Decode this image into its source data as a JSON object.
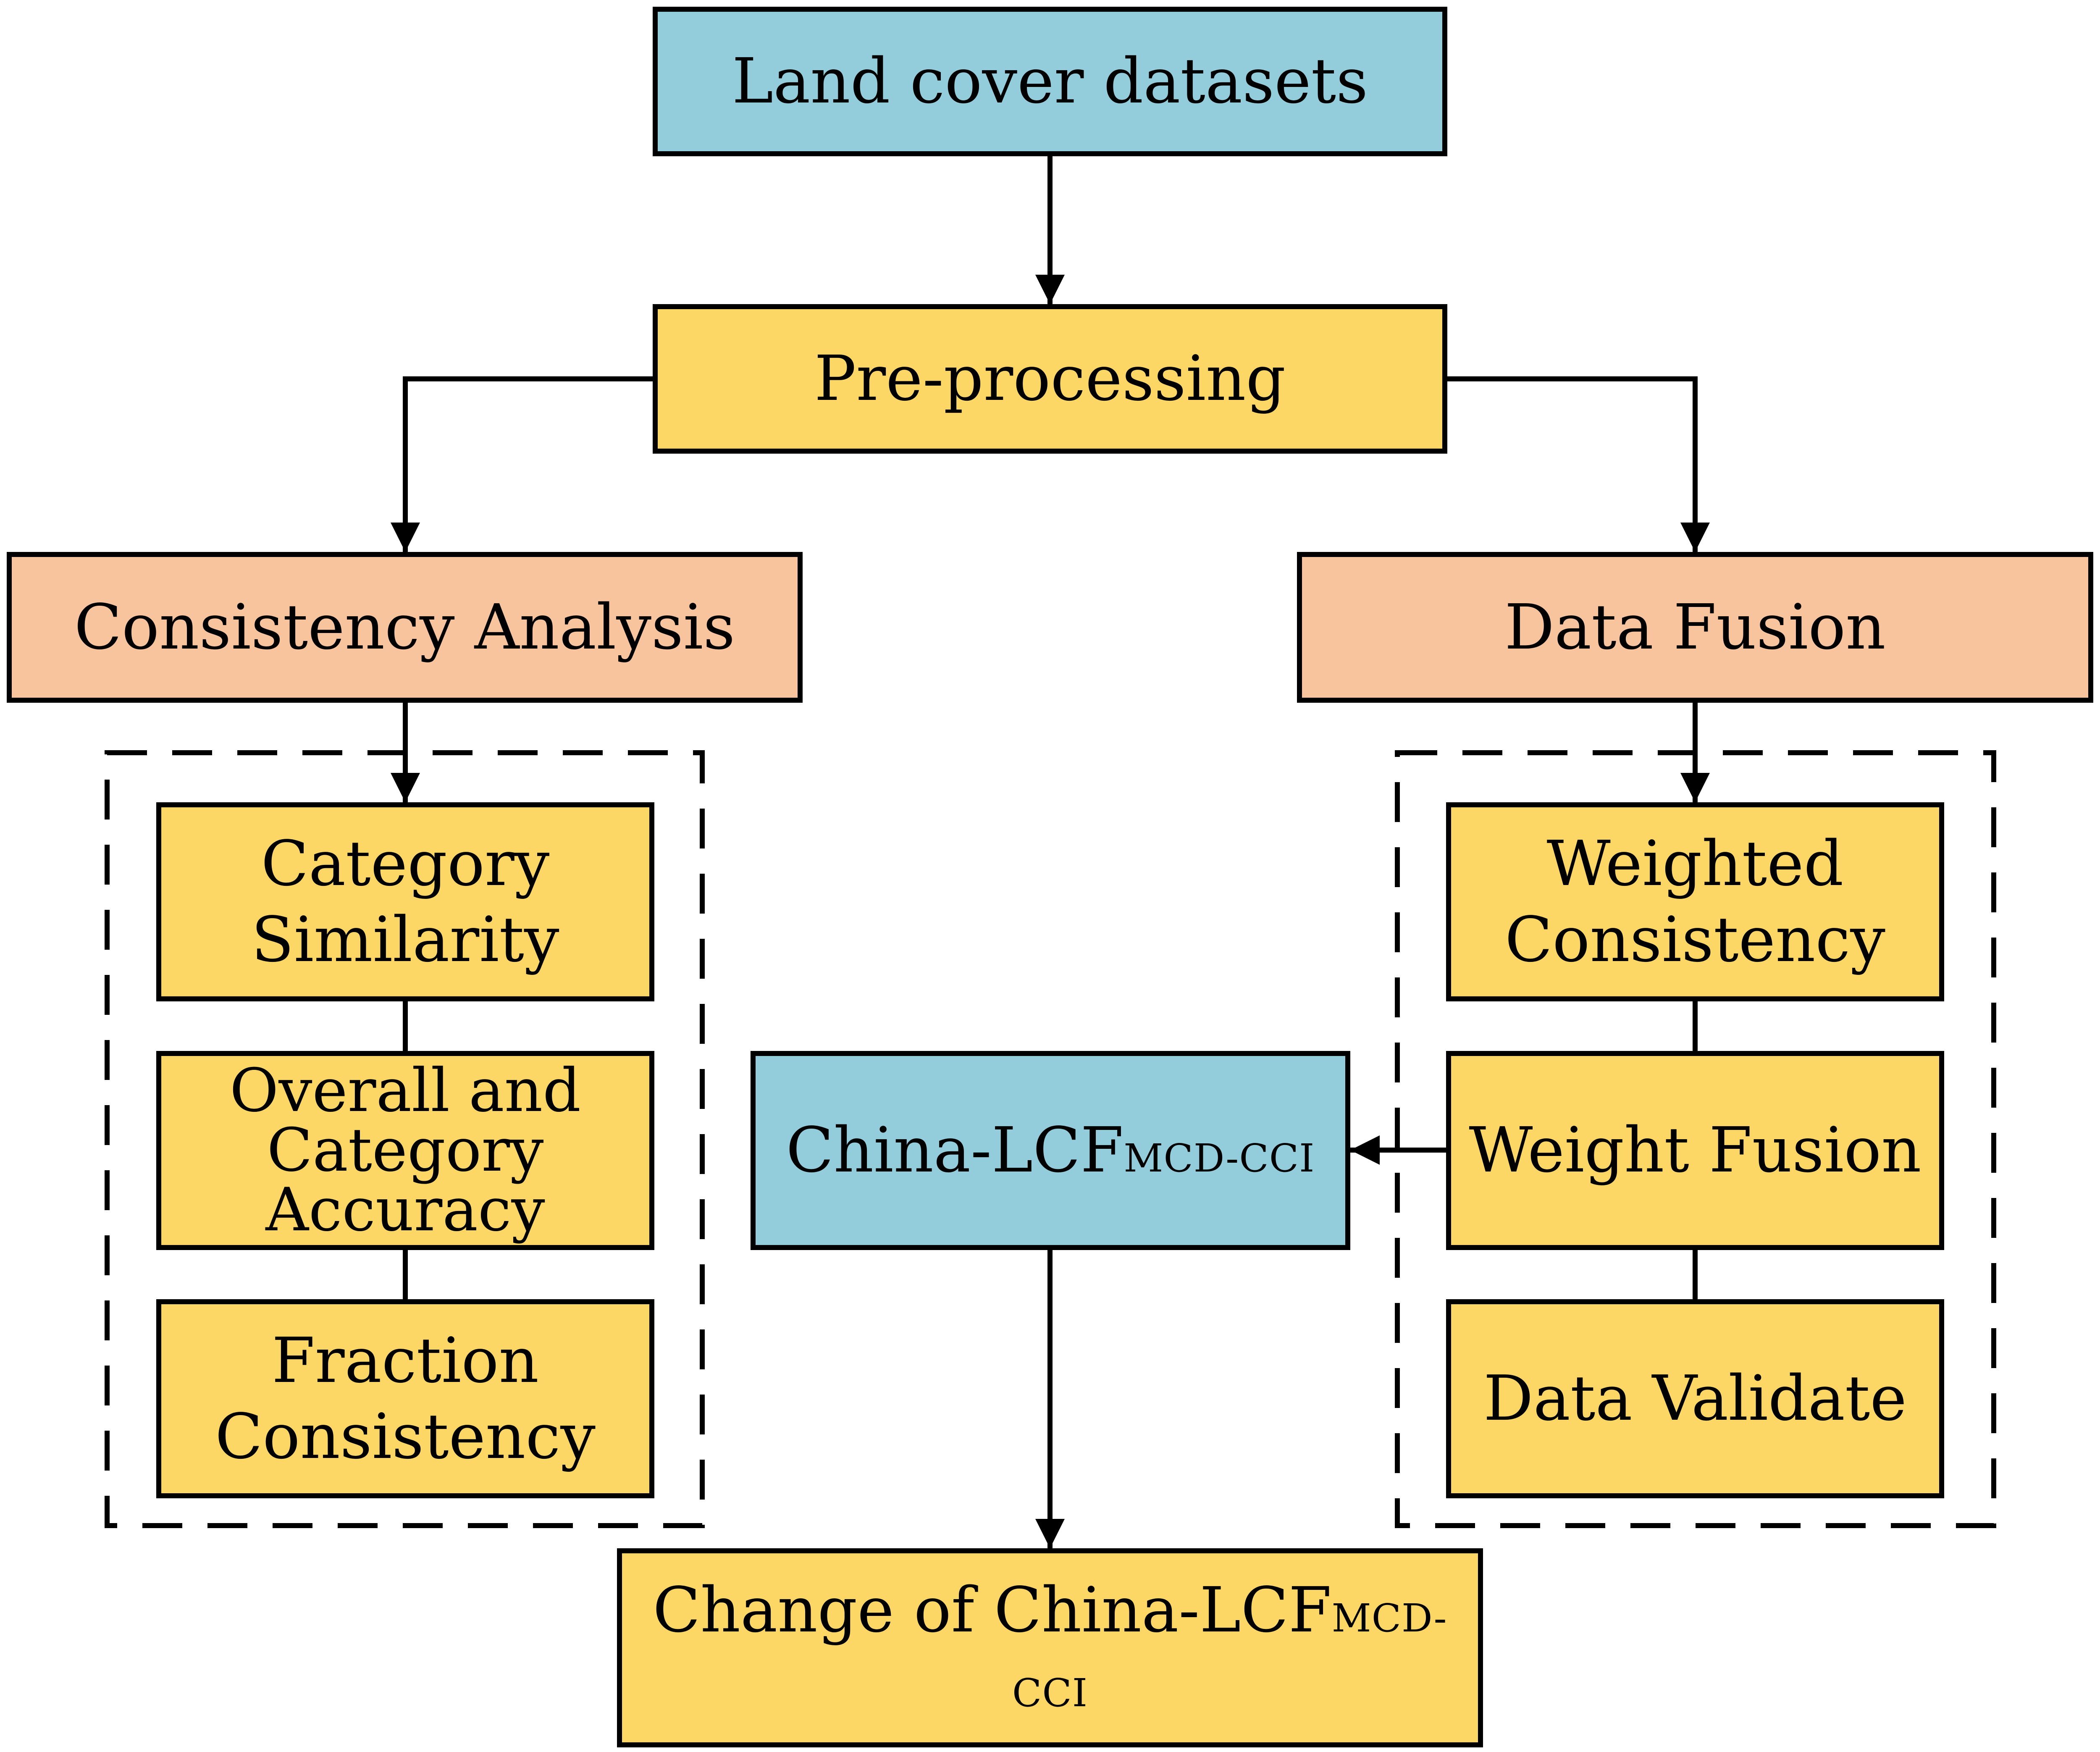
{
  "colors": {
    "blue": "#93CDDC",
    "yellow": "#FDD766",
    "salmon": "#F8C49E",
    "stroke": "#000000"
  },
  "nodes": {
    "land_cover": {
      "text": "Land cover datasets"
    },
    "preprocessing": {
      "text": "Pre-processing"
    },
    "consistency_analysis": {
      "text": "Consistency Analysis"
    },
    "data_fusion": {
      "text": "Data Fusion"
    },
    "category_similarity": {
      "line1": "Category",
      "line2": "Similarity"
    },
    "overall_accuracy": {
      "line1": "Overall and",
      "line2": "Category",
      "line3": "Accuracy"
    },
    "fraction_consistency": {
      "line1": "Fraction",
      "line2": "Consistency"
    },
    "weighted_consistency": {
      "line1": "Weighted",
      "line2": "Consistency"
    },
    "weight_fusion": {
      "text": "Weight Fusion"
    },
    "data_validate": {
      "text": "Data Validate"
    },
    "china_lcf": {
      "main": "China-LCF",
      "sub": "MCD-CCI"
    },
    "change_lcf": {
      "main": "Change of China-LCF",
      "sub": "MCD-CCI"
    }
  }
}
